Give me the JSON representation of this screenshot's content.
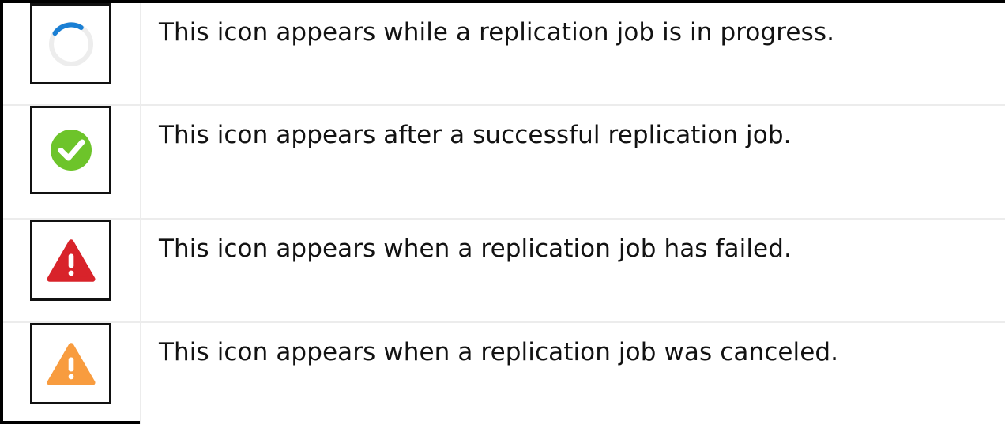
{
  "table": {
    "columns": [
      "icon",
      "description"
    ],
    "rows": [
      {
        "icon_name": "spinner-in-progress-icon",
        "icon_type": "spinner",
        "icon_colors": {
          "track": "#ededed",
          "arc": "#1a7fd4"
        },
        "description": "This icon appears while a replication job is in progress."
      },
      {
        "icon_name": "success-check-circle-icon",
        "icon_type": "check-circle",
        "icon_colors": {
          "fill": "#6dc42a",
          "mark": "#ffffff"
        },
        "description": "This icon appears after a successful replication job."
      },
      {
        "icon_name": "error-warning-triangle-icon",
        "icon_type": "warning-triangle",
        "icon_colors": {
          "fill": "#d8232a",
          "mark": "#ffffff"
        },
        "description": "This icon appears when a replication job has failed."
      },
      {
        "icon_name": "canceled-warning-triangle-icon",
        "icon_type": "warning-triangle",
        "icon_colors": {
          "fill": "#f89c3f",
          "mark": "#ffffff"
        },
        "description": "This icon appears when a replication job was canceled."
      }
    ]
  },
  "style": {
    "border_outer": "#000000",
    "border_inner": "#ececec",
    "text_color": "#121212",
    "background": "#ffffff"
  }
}
